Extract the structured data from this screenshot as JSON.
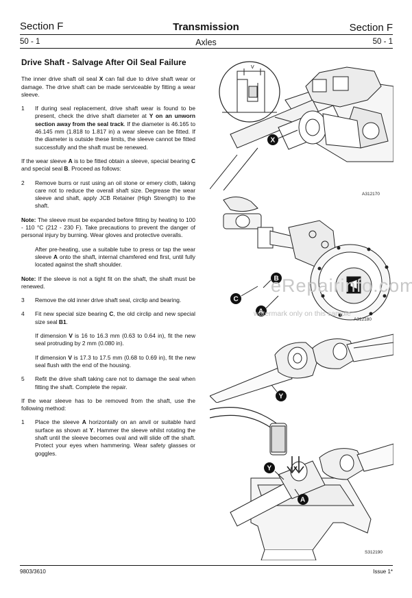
{
  "header": {
    "section_left": "Section F",
    "title": "Transmission",
    "section_right": "Section F",
    "page_left": "50 - 1",
    "subtitle": "Axles",
    "page_right": "50 - 1"
  },
  "article": {
    "heading": "Drive Shaft - Salvage After Oil Seal Failure",
    "intro": [
      "The inner drive shaft oil seal ",
      "X",
      " can fail due to drive shaft wear or damage. The drive shaft can be made serviceable by fitting a wear sleeve."
    ],
    "step1": {
      "num": "1",
      "a": "If during seal replacement, drive shaft wear is found to be present, check the drive shaft diameter at ",
      "b": "Y on an unworn section away from the seal track",
      "c": ". If the diameter is 46.165 to 46.145 mm (1.818 to 1.817 in) a wear sleeve can be fitted. If the diameter is outside these limits, the sleeve cannot be fitted successfully and the shaft must be renewed."
    },
    "fit_sleeve": [
      "If the wear sleeve ",
      "A",
      " is to be fitted obtain a sleeve, special bearing ",
      "C",
      " and special seal ",
      "B",
      ". Proceed as follows:"
    ],
    "step2": {
      "num": "2",
      "text": "Remove burrs or rust using an oil stone or emery cloth, taking care not to reduce the overall shaft size. Degrease the wear sleeve and shaft, apply JCB Retainer (High Strength) to the shaft."
    },
    "note1": {
      "label": "Note:",
      "text": " The sleeve must be expanded before fitting by heating to 100 - 110 °C (212 - 230 F). Take precautions to prevent the danger of personal injury by burning. Wear gloves and protective overalls."
    },
    "preheat": [
      "After pre-heating, use a suitable tube to press or tap the wear sleeve ",
      "A",
      " onto the shaft, internal chamfered end first, until fully located against the shaft shoulder."
    ],
    "note2": {
      "label": "Note:",
      "text": " If the sleeve is not a tight fit on the shaft, the shaft must be renewed."
    },
    "step3": {
      "num": "3",
      "text": "Remove the old inner drive shaft seal, circlip and bearing."
    },
    "step4": {
      "num": "4",
      "parts": [
        "Fit new special size bearing ",
        "C",
        ", the old circlip and new special size seal ",
        "B1",
        "."
      ]
    },
    "dim1": [
      "If dimension ",
      "V",
      " is 16 to 16.3 mm (0.63 to 0.64 in), fit the new seal protruding by 2 mm (0.080 in)."
    ],
    "dim2": [
      "If dimension ",
      "V",
      " is 17.3 to 17.5 mm (0.68 to 0.69 in), fit the new seal flush with the end of the housing."
    ],
    "step5": {
      "num": "5",
      "text": "Refit the drive shaft taking care not to damage the seal when fitting the shaft. Complete the repair."
    },
    "remove_intro": "If the wear sleeve has to be removed from the shaft, use the following method:",
    "step1b": {
      "num": "1",
      "parts": [
        "Place the sleeve ",
        "A",
        " horizontally on an anvil or suitable hard surface as shown at ",
        "Y",
        ". Hammer the sleeve whilst rotating the shaft until the sleeve becomes oval and will slide off the shaft. Protect your eyes when hammering. Wear safety glasses or goggles."
      ]
    }
  },
  "figures": {
    "fig1": {
      "caption": "A312170",
      "label_x": "X",
      "label_v": "V"
    },
    "fig2": {
      "caption": "A312180",
      "label_a": "A",
      "label_b": "B",
      "label_c": "C"
    },
    "fig3": {
      "caption": "S312190",
      "label_y1": "Y",
      "label_y2": "Y",
      "label_a": "A"
    }
  },
  "watermark": {
    "line1": "eRepairinfo.com",
    "line2": "watermark only on this sample"
  },
  "footer": {
    "left": "9803/3610",
    "right": "Issue 1*"
  }
}
